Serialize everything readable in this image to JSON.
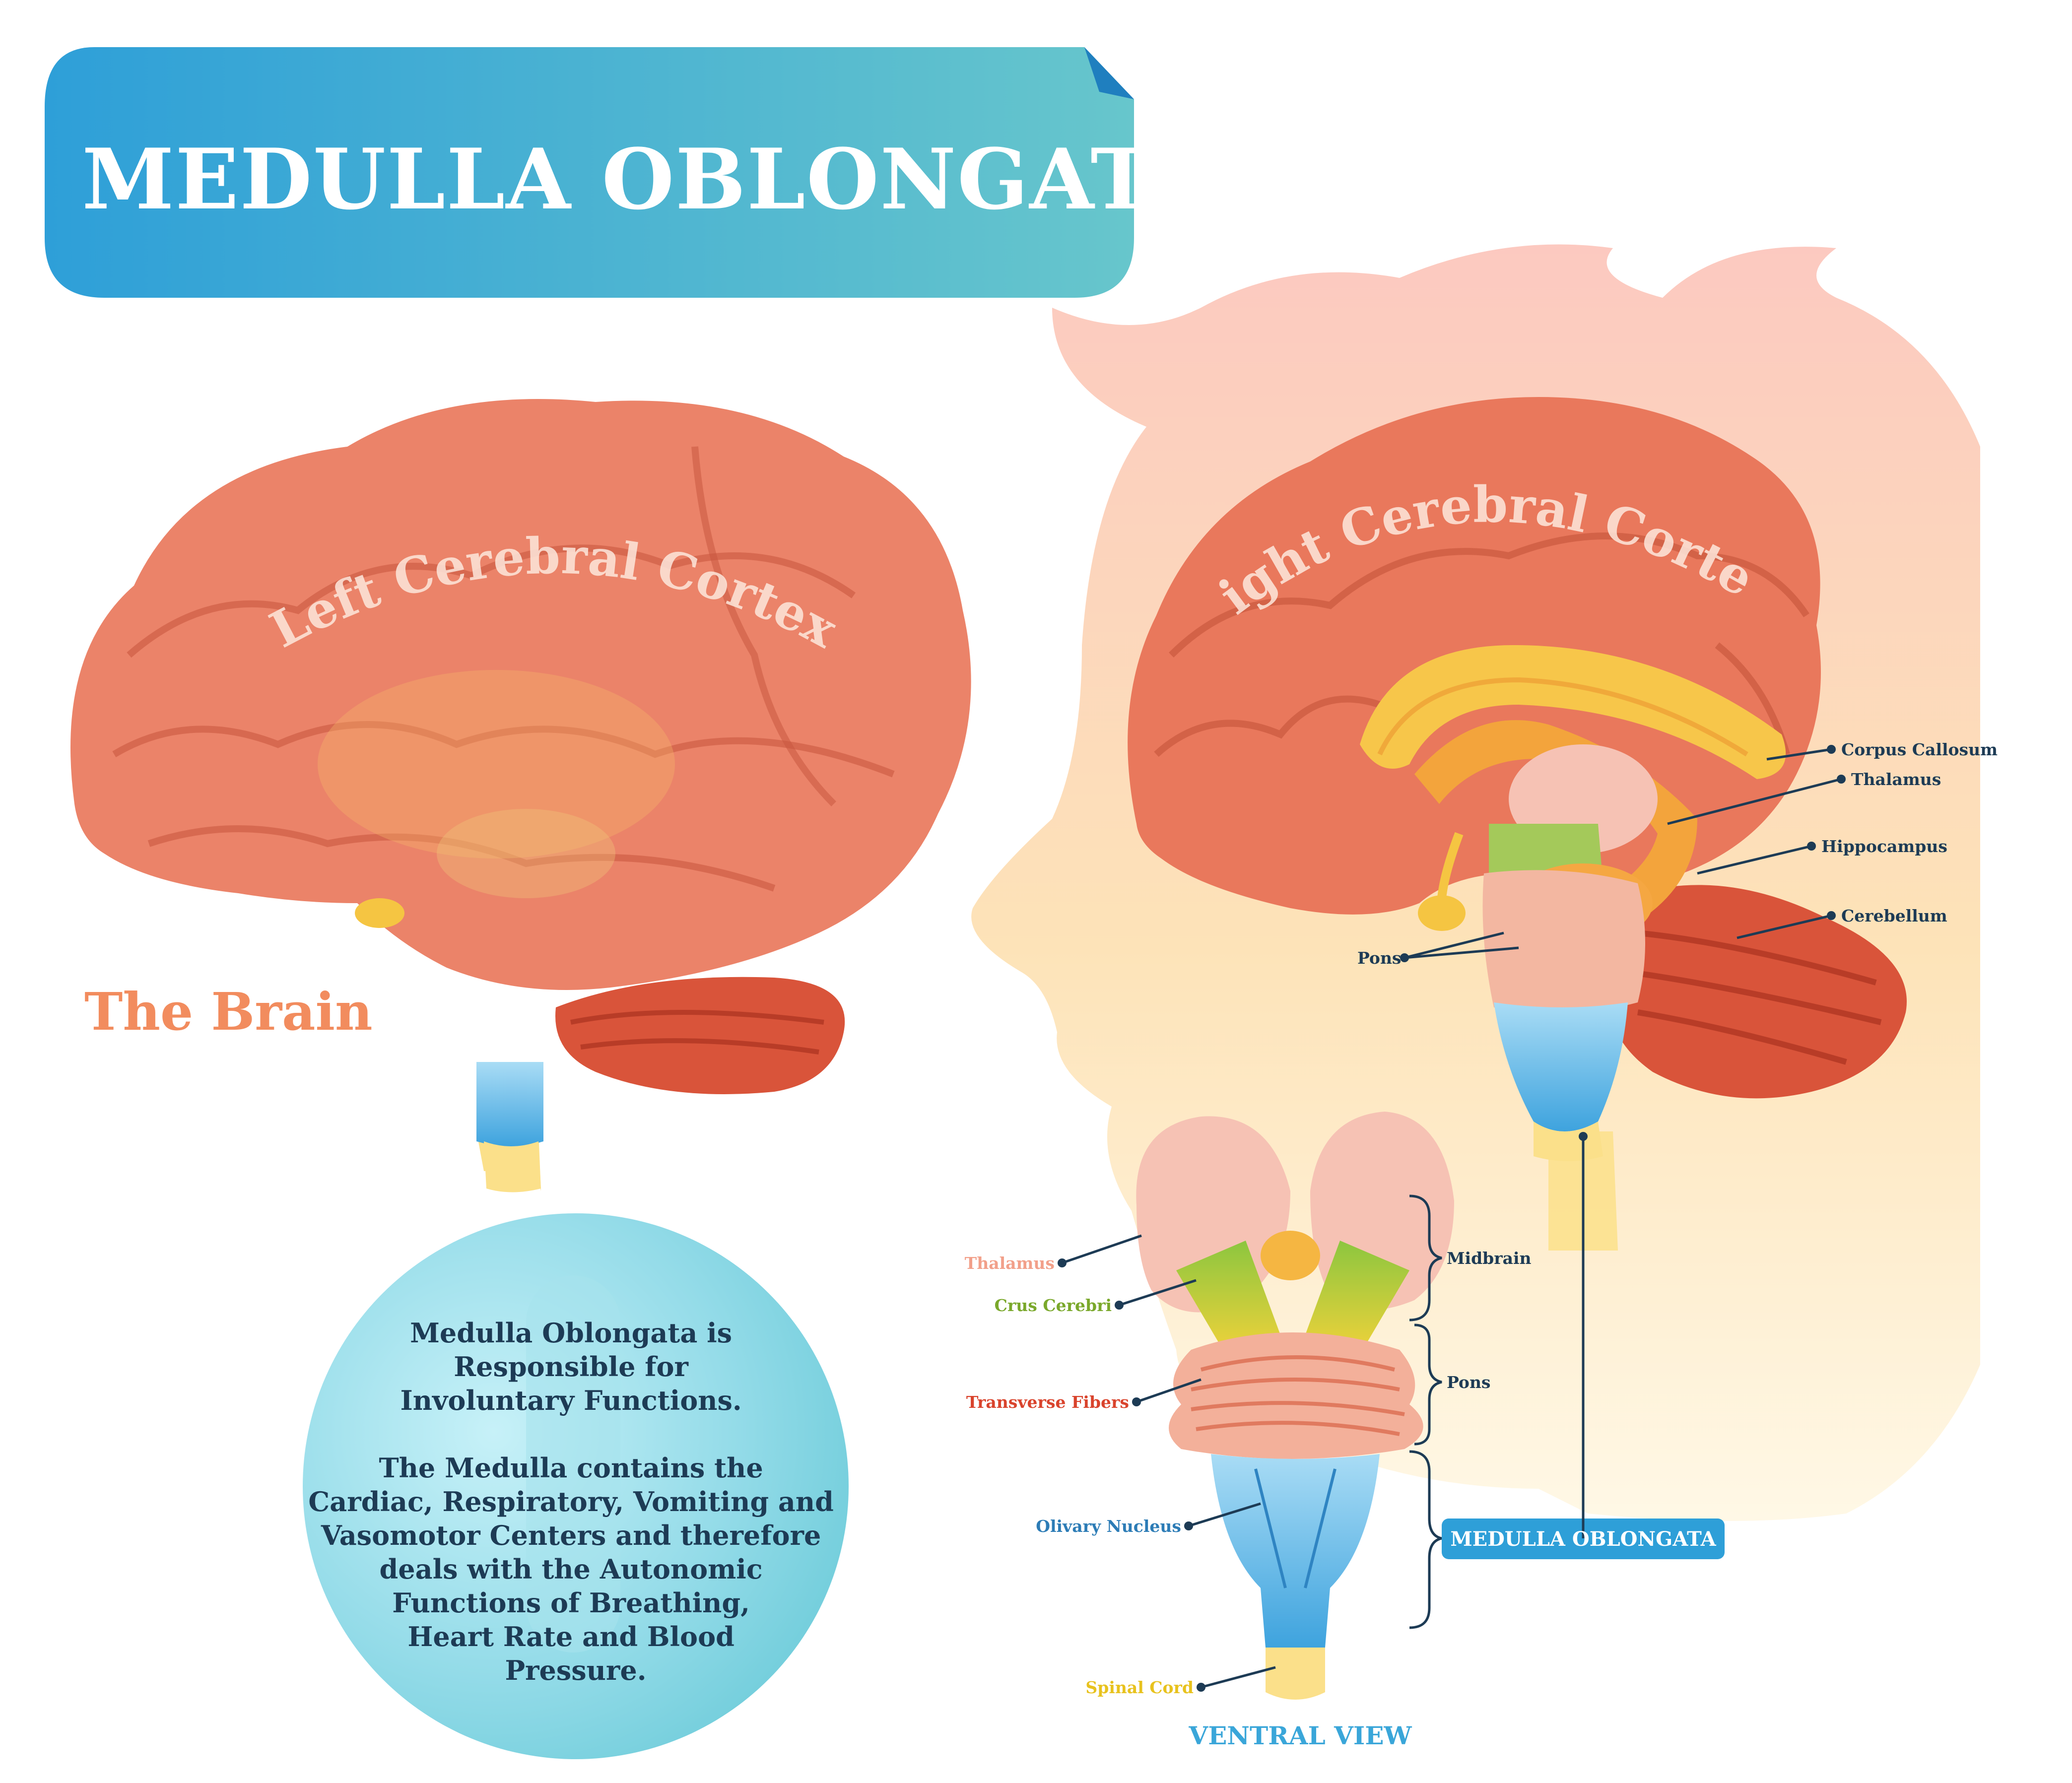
{
  "title": "MEDULLA OBLONGATA",
  "left_brain": {
    "cortex_label": "Left Cerebral Cortex",
    "caption": "The Brain"
  },
  "right_brain": {
    "cortex_label": "Right Cerebral Cortex",
    "labels": {
      "corpus_callosum": "Corpus Callosum",
      "thalamus": "Thalamus",
      "hippocampus": "Hippocampus",
      "cerebellum": "Cerebellum",
      "pons": "Pons"
    }
  },
  "info": {
    "lines": [
      "Medulla Oblongata is",
      "Responsible for",
      "Involuntary Functions.",
      "",
      "The Medulla contains the",
      "Cardiac, Respiratory, Vomiting and",
      "Vasomotor Centers and therefore",
      "deals with the Autonomic",
      "Functions of Breathing,",
      "Heart Rate and Blood",
      "Pressure."
    ]
  },
  "ventral": {
    "caption": "VENTRAL VIEW",
    "left_labels": {
      "thalamus": "Thalamus",
      "crus_cerebri": "Crus Cerebri",
      "transverse_fibers": "Transverse Fibers",
      "olivary_nucleus": "Olivary Nucleus",
      "spinal_cord": "Spinal Cord"
    },
    "right_labels": {
      "midbrain": "Midbrain",
      "pons": "Pons"
    },
    "badge": "MEDULLA OBLONGATA"
  },
  "colors": {
    "banner_start": "#2e9fd8",
    "banner_end": "#62c3cc",
    "cortex": "#e9785c",
    "corpus_callosum": "#f7c64a",
    "thalamus": "#f6c2b4",
    "cerebellum": "#d9543a",
    "medulla": "#7fc6ee",
    "spinal_cord": "#fbe08a",
    "info_circle": "#7fd3e3"
  }
}
